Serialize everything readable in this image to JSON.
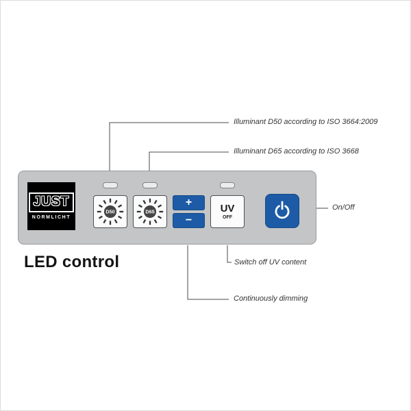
{
  "title": "LED control",
  "panel": {
    "logo": {
      "brand": "JUST",
      "sub": "NORMLICHT"
    },
    "d50_button": {
      "label": "D50"
    },
    "d65_button": {
      "label": "D65"
    },
    "plus_button": "+",
    "minus_button": "−",
    "uv_button": {
      "line1": "UV",
      "line2": "OFF"
    }
  },
  "callouts": {
    "d50": "Illuminant D50 according to ISO 3664:2009",
    "d65": "Illuminant D65 according to ISO 3668",
    "on_off": "On/Off",
    "uv": "Switch off UV content",
    "dimming": "Continuously dimming"
  },
  "colors": {
    "accent_blue": "#1d5ba6",
    "panel_gray": "#c4c5c7"
  }
}
